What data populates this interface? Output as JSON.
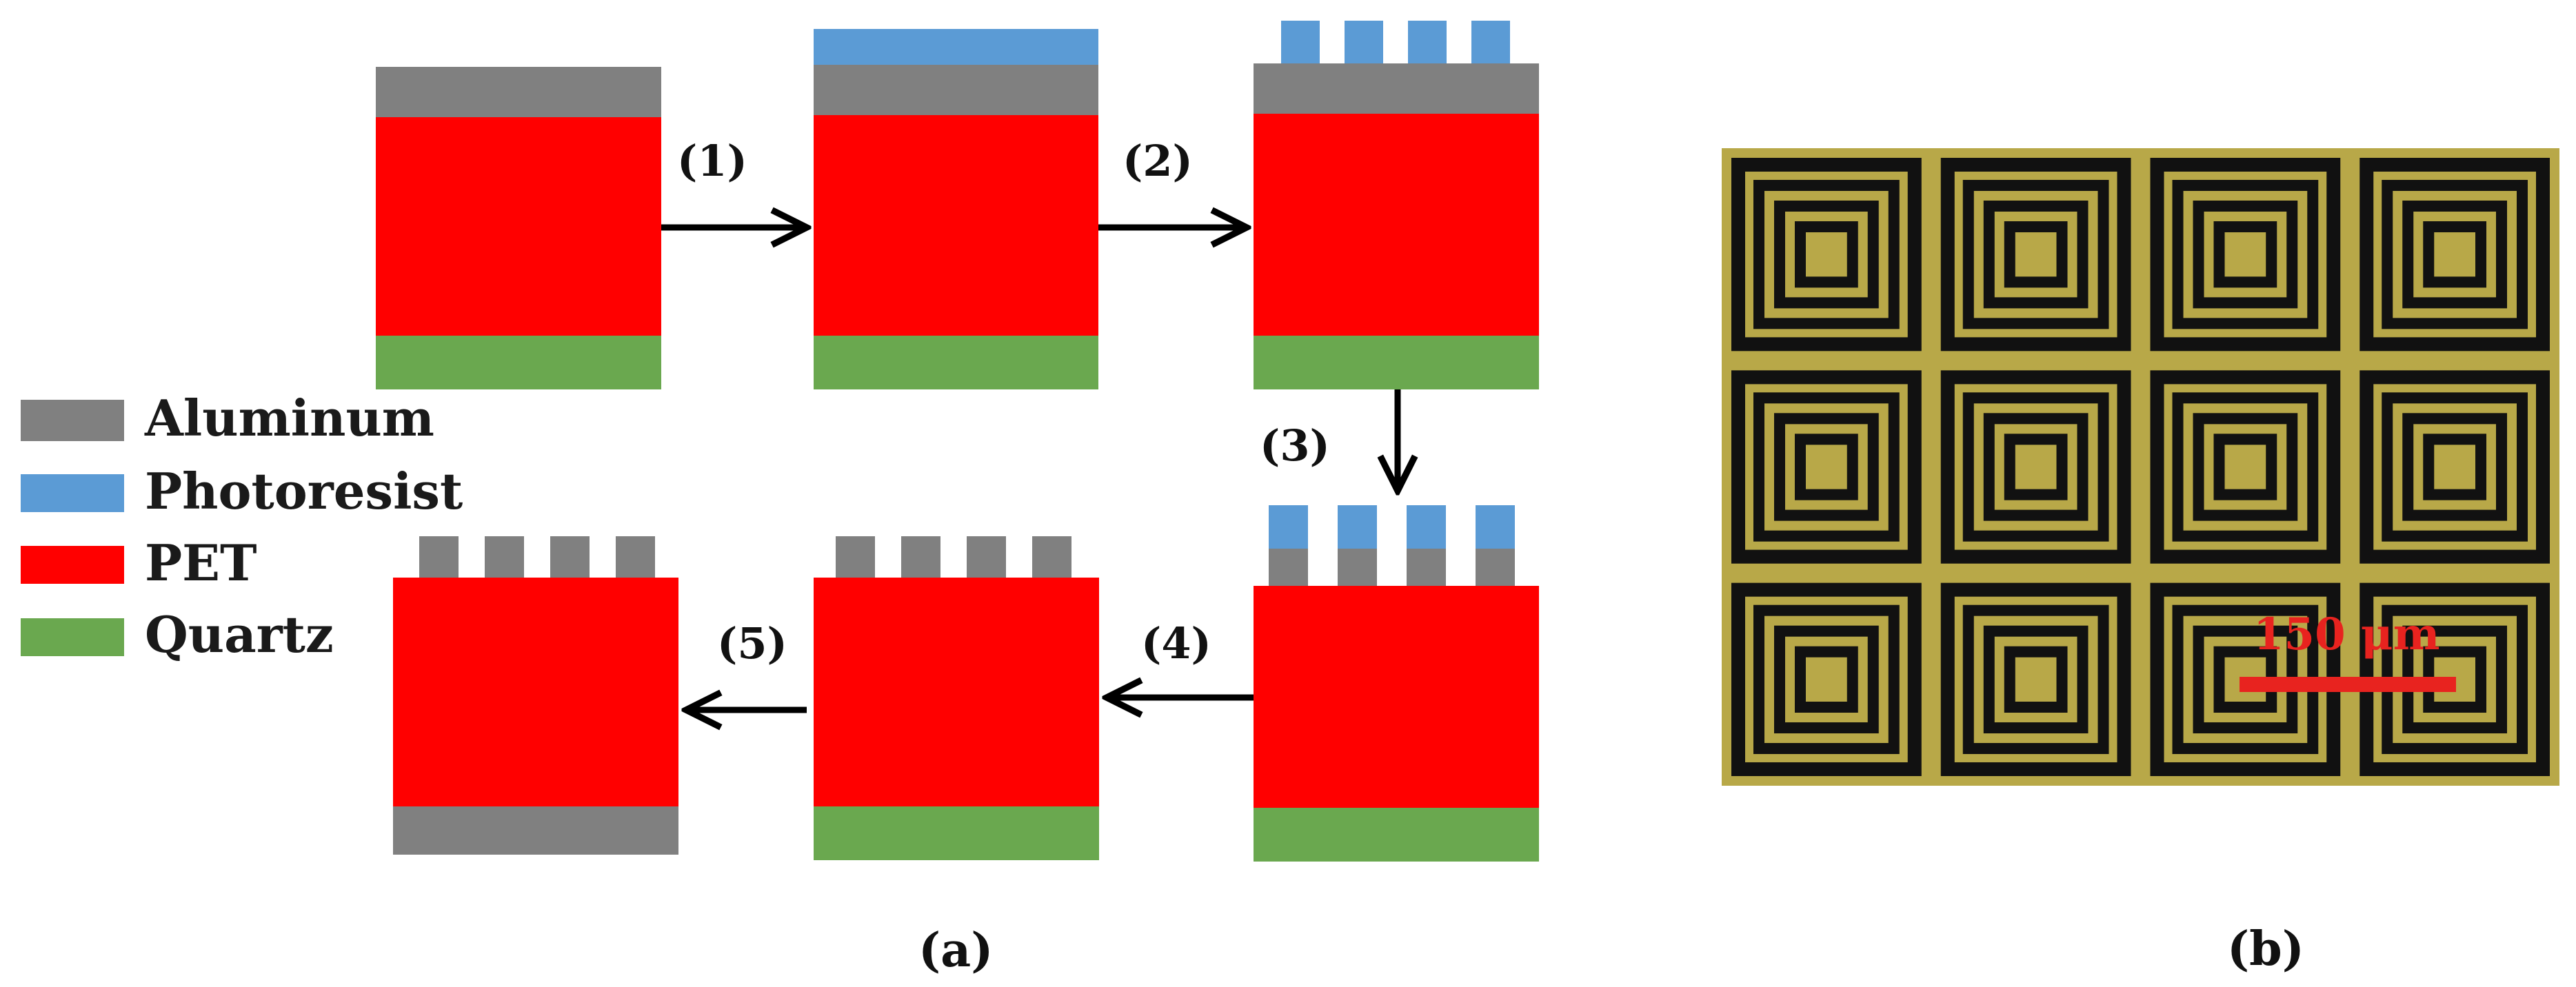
{
  "legend": {
    "items": [
      {
        "label": "Aluminum",
        "color": "#808080"
      },
      {
        "label": "Photoresist",
        "color": "#5B9BD5"
      },
      {
        "label": "PET",
        "color": "#FF0000"
      },
      {
        "label": "Quartz",
        "color": "#6AA84F"
      }
    ]
  },
  "steps": [
    "(1)",
    "(2)",
    "(3)",
    "(4)",
    "(5)"
  ],
  "captions": {
    "a": "(a)",
    "b": "(b)"
  },
  "micrograph": {
    "scale_bar_label": "150 μm",
    "scale_bar_color": "#E8231F",
    "background_color": "#B8A848",
    "pattern_color": "#111111",
    "rows": 3,
    "cols": 4
  }
}
